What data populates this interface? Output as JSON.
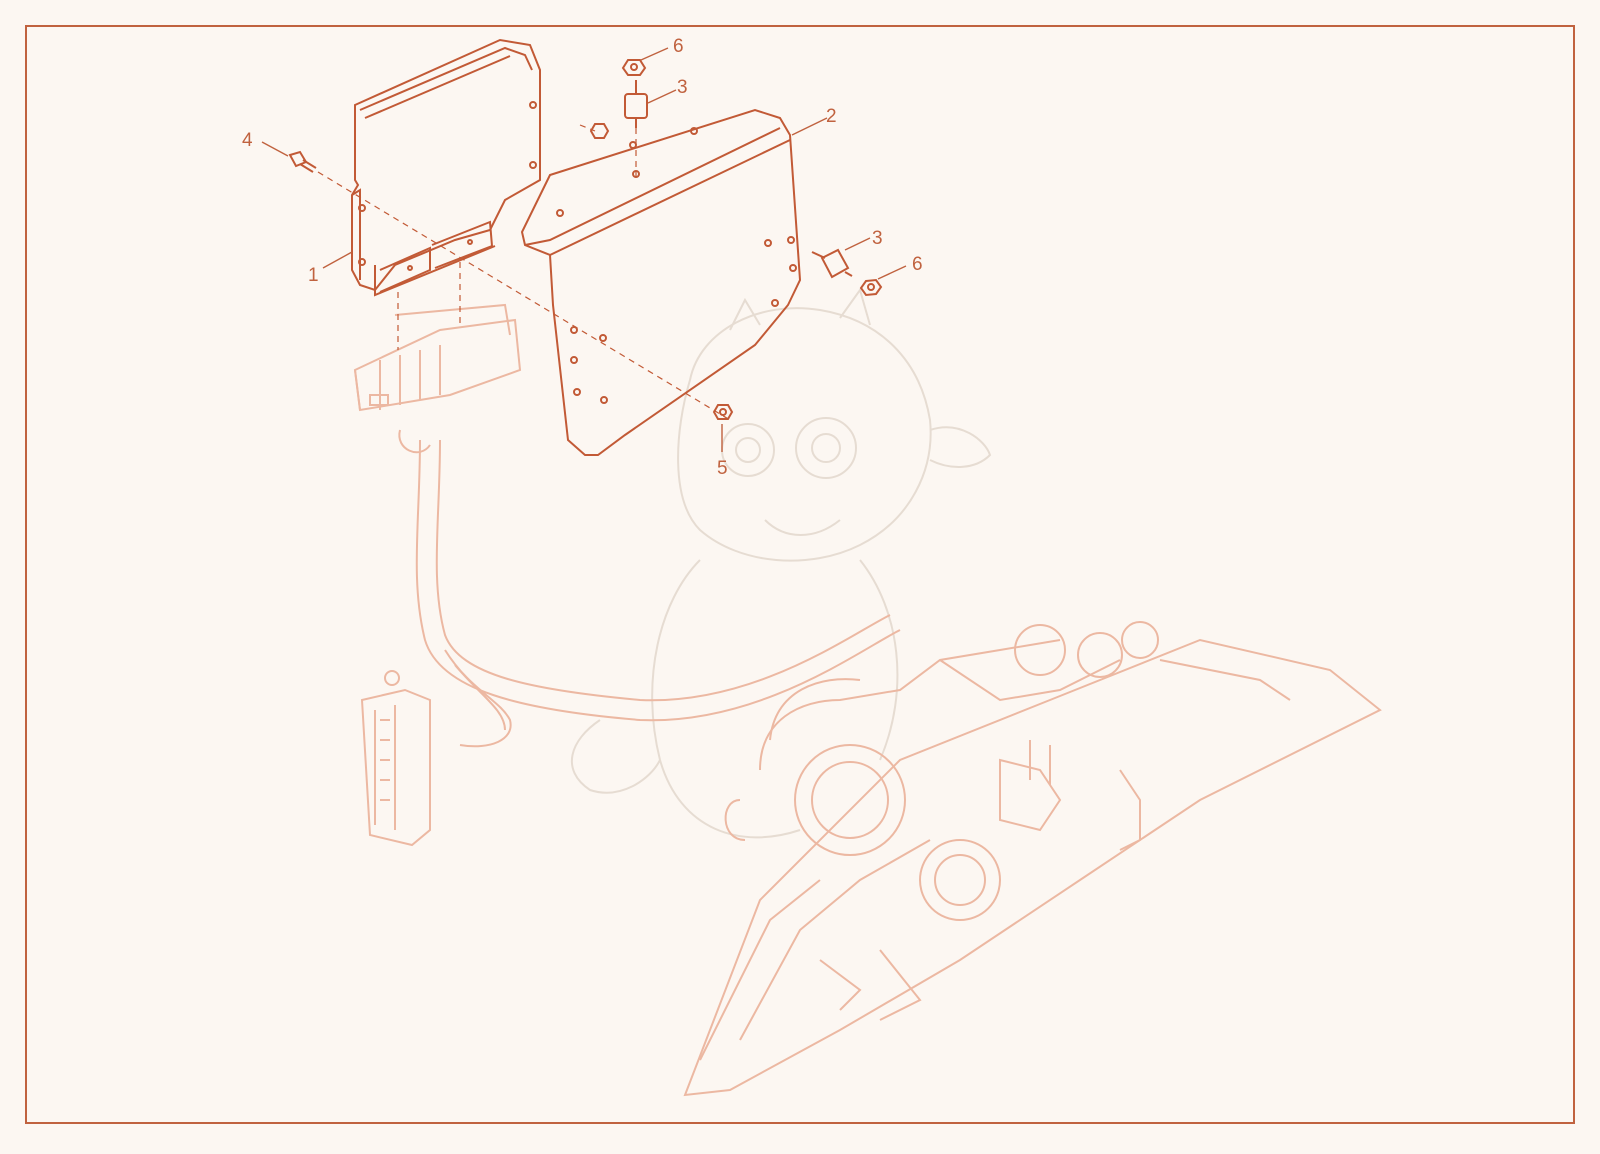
{
  "colors": {
    "background": "#fcf7f2",
    "frame": "#c0623f",
    "line_dark": "#c25a36",
    "line_light": "#ecb8a2",
    "watermark": "#e6dcd2",
    "callout_text": "#c0623f"
  },
  "callouts": {
    "c1": "1",
    "c2": "2",
    "c3_top": "3",
    "c3_right": "3",
    "c4": "4",
    "c5": "5",
    "c6_top": "6",
    "c6_right": "6"
  },
  "parts": [
    {
      "number": "1",
      "icon": "ecu-module-icon"
    },
    {
      "number": "2",
      "icon": "mounting-bracket-icon"
    },
    {
      "number": "3",
      "icon": "stud-spacer-icon"
    },
    {
      "number": "4",
      "icon": "bolt-icon"
    },
    {
      "number": "5",
      "icon": "nut-icon"
    },
    {
      "number": "6",
      "icon": "nut-icon"
    }
  ],
  "background_items": [
    {
      "name": "wiring-harness-icon"
    },
    {
      "name": "engine-assembly-icon"
    },
    {
      "name": "dragon-watermark-icon"
    }
  ]
}
